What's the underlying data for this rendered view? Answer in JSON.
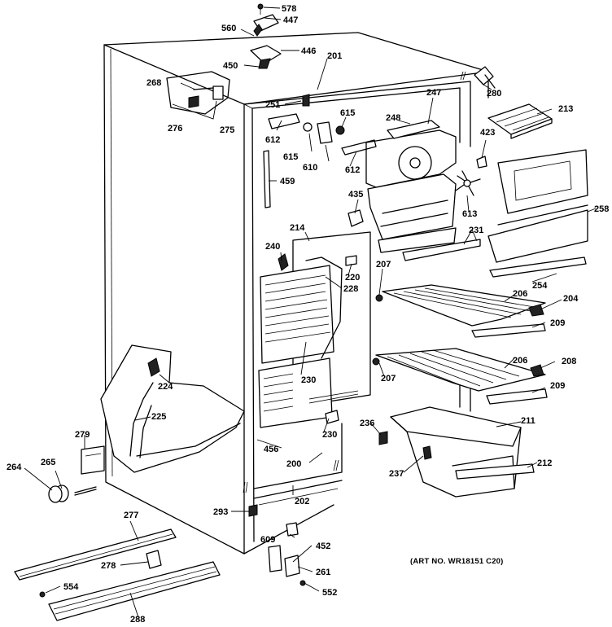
{
  "diagram": {
    "art_number": "(ART NO. WR18151 C20)",
    "parts": {
      "p578": "578",
      "p447": "447",
      "p560": "560",
      "p446": "446",
      "p450": "450",
      "p201": "201",
      "p247": "247",
      "p280": "280",
      "p268": "268",
      "p251": "251",
      "p615a": "615",
      "p248": "248",
      "p213": "213",
      "p276": "276",
      "p275": "275",
      "p612a": "612",
      "p615b": "615",
      "p423": "423",
      "p610": "610",
      "p612b": "612",
      "p459": "459",
      "p435": "435",
      "p613": "613",
      "p258": "258",
      "p214": "214",
      "p231": "231",
      "p240": "240",
      "p207a": "207",
      "p220": "220",
      "p228": "228",
      "p254": "254",
      "p206a": "206",
      "p204": "204",
      "p209a": "209",
      "p224": "224",
      "p206b": "206",
      "p208": "208",
      "p230a": "230",
      "p207b": "207",
      "p209b": "209",
      "p225": "225",
      "p211": "211",
      "p236": "236",
      "p230b": "230",
      "p279": "279",
      "p456": "456",
      "p200": "200",
      "p212": "212",
      "p264": "264",
      "p265": "265",
      "p237": "237",
      "p202": "202",
      "p277": "277",
      "p293": "293",
      "p609": "609",
      "p452": "452",
      "p278": "278",
      "p261": "261",
      "p554": "554",
      "p552": "552",
      "p288": "288"
    }
  }
}
